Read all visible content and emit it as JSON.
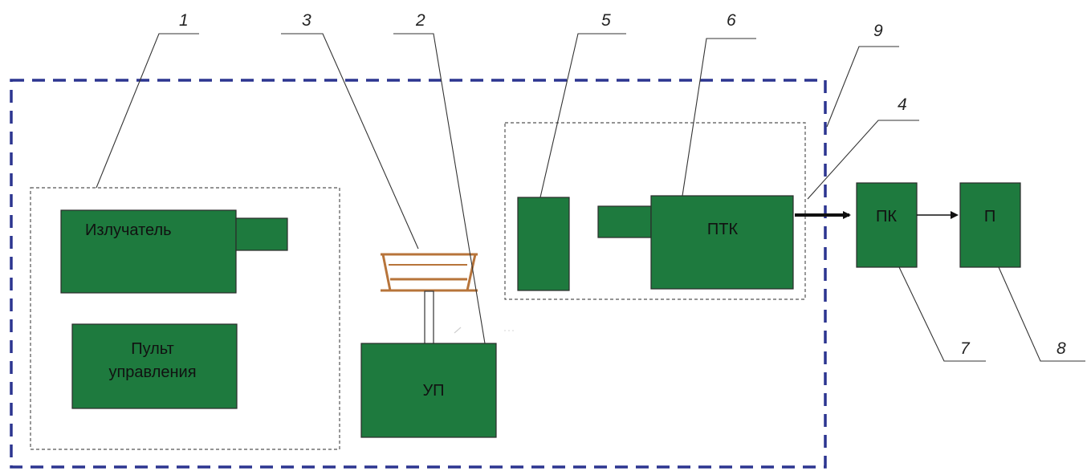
{
  "blocks": {
    "emitter": "Излучатель",
    "control_panel_line1": "Пульт",
    "control_panel_line2": "управления",
    "positioner": "УП",
    "ptk": "ПТК",
    "pc": "ПК",
    "printer": "П"
  },
  "callouts": [
    "1",
    "2",
    "3",
    "4",
    "5",
    "6",
    "7",
    "8",
    "9"
  ],
  "colors": {
    "block_fill": "#1e7a3e",
    "outer_frame": "#2c3590",
    "holder": "#b7743a"
  }
}
